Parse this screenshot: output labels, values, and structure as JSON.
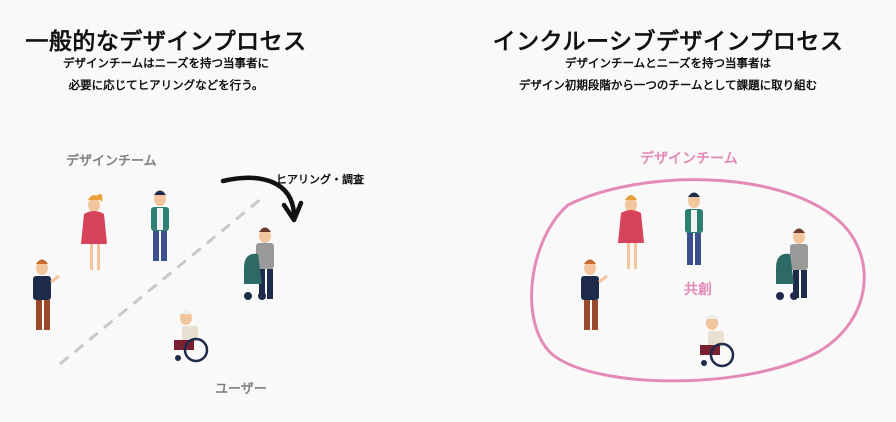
{
  "left": {
    "title": "一般的なデザインプロセス",
    "subtitle_lines": [
      "デザインチームはニーズを持つ当事者に",
      "必要に応じてヒアリングなどを行う。"
    ],
    "team_label": "デザインチーム",
    "users_label": "ユーザー",
    "arrow_label": "ヒアリング・調査"
  },
  "right": {
    "title": "インクルーシブデザインプロセス",
    "subtitle_lines": [
      "デザインチームとニーズを持つ当事者は",
      "デザイン初期段階から一つのチームとして課題に取り組む"
    ],
    "team_label": "デザインチーム",
    "center_label": "共創"
  },
  "colors": {
    "accent_pink": "#e48ab8",
    "gray_label": "#808080",
    "dashed_line": "#c8c8c8"
  }
}
